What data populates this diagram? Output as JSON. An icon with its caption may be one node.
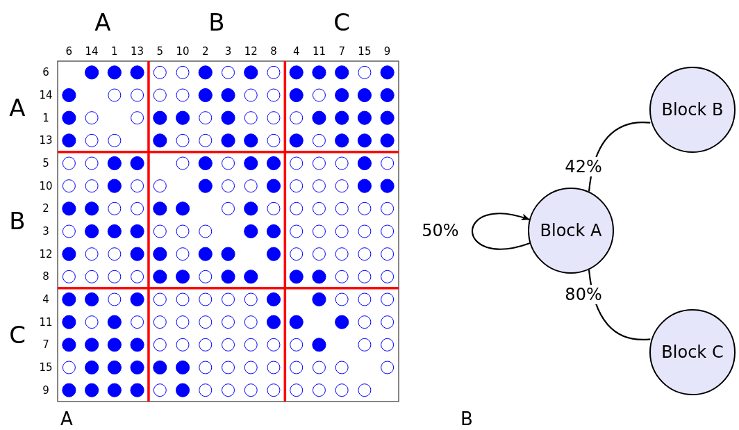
{
  "diagram": {
    "nodes": [
      {
        "text": [
          "Block A"
        ]
      },
      {
        "text": [
          "Block B"
        ]
      },
      {
        "text": [
          "Block C"
        ]
      }
    ],
    "edges": [
      {
        "from": 0,
        "to": 0,
        "arrow": "to",
        "label": "50%"
      },
      {
        "from": 0,
        "to": 1,
        "arrow": "none",
        "label": "42%"
      },
      {
        "from": 0,
        "to": 2,
        "arrow": "none",
        "label": "80%"
      }
    ],
    "labels": [
      "A",
      "B",
      "C",
      "6",
      "14",
      "1",
      "13",
      "5",
      "10",
      "2",
      "3",
      "12",
      "8",
      "4",
      "11",
      "7",
      "15",
      "9",
      "A",
      "6",
      "14",
      "1",
      "13",
      "B",
      "5",
      "10",
      "2",
      "3",
      "12",
      "8",
      "C",
      "4",
      "11",
      "7",
      "15",
      "9",
      "A",
      "B"
    ]
  }
}
